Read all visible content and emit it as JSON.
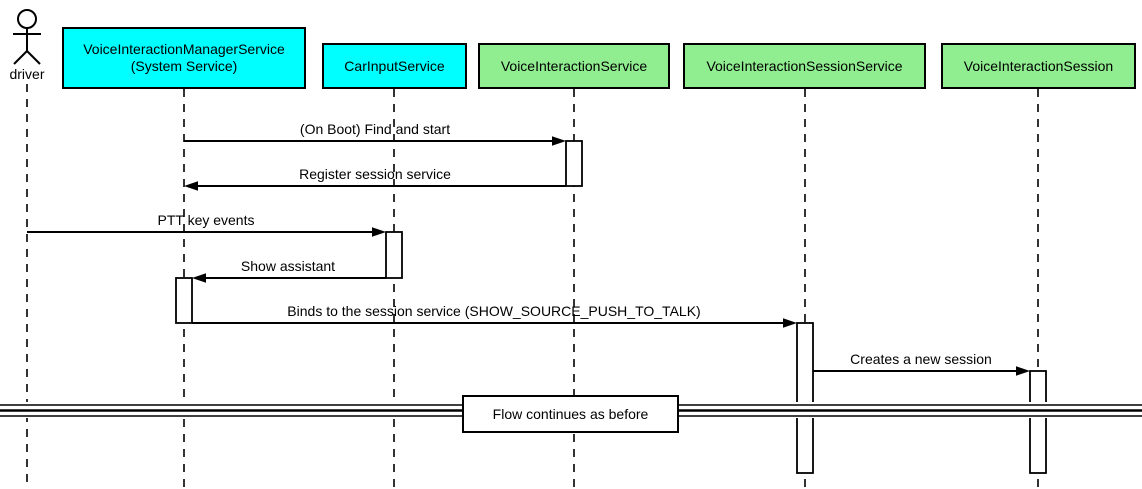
{
  "actor": {
    "label": "driver"
  },
  "participants": [
    {
      "label": "VoiceInteractionManagerService",
      "sublabel": "(System Service)",
      "fill": "#00ffff"
    },
    {
      "label": "CarInputService",
      "fill": "#00ffff"
    },
    {
      "label": "VoiceInteractionService",
      "fill": "#90ee90"
    },
    {
      "label": "VoiceInteractionSessionService",
      "fill": "#90ee90"
    },
    {
      "label": "VoiceInteractionSession",
      "fill": "#90ee90"
    }
  ],
  "messages": [
    {
      "label": "(On Boot) Find and start",
      "from": "VoiceInteractionManagerService",
      "to": "VoiceInteractionService",
      "direction": "right"
    },
    {
      "label": "Register session service",
      "from": "VoiceInteractionService",
      "to": "VoiceInteractionManagerService",
      "direction": "left"
    },
    {
      "label": "PTT key events",
      "from": "driver",
      "to": "CarInputService",
      "direction": "right"
    },
    {
      "label": "Show assistant",
      "from": "CarInputService",
      "to": "VoiceInteractionManagerService",
      "direction": "left"
    },
    {
      "label": "Binds to the session service (SHOW_SOURCE_PUSH_TO_TALK)",
      "from": "VoiceInteractionManagerService",
      "to": "VoiceInteractionSessionService",
      "direction": "right"
    },
    {
      "label": "Creates a new session",
      "from": "VoiceInteractionSessionService",
      "to": "VoiceInteractionSession",
      "direction": "right"
    }
  ],
  "divider": {
    "label": "Flow continues as before"
  },
  "colors": {
    "participant_cyan": "#00ffff",
    "participant_green": "#90ee90",
    "line": "#000000",
    "background": "#ffffff"
  }
}
